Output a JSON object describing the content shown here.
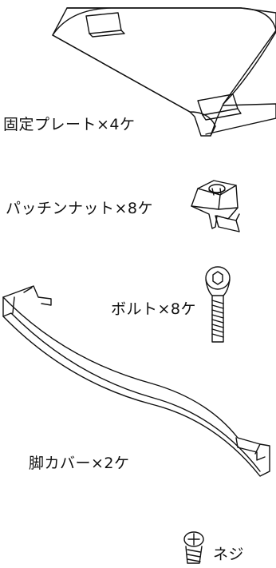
{
  "parts": {
    "plate": {
      "label": "固定プレート×4ケ",
      "icon": "mounting-plate"
    },
    "nut": {
      "label": "パッチンナット×8ケ",
      "icon": "cage-nut"
    },
    "bolt": {
      "label": "ボルト×8ケ",
      "icon": "hex-socket-bolt"
    },
    "cover": {
      "label": "脚カバー×2ケ",
      "icon": "leg-cover"
    },
    "screw": {
      "label": "ネジ",
      "icon": "phillips-screw"
    }
  }
}
